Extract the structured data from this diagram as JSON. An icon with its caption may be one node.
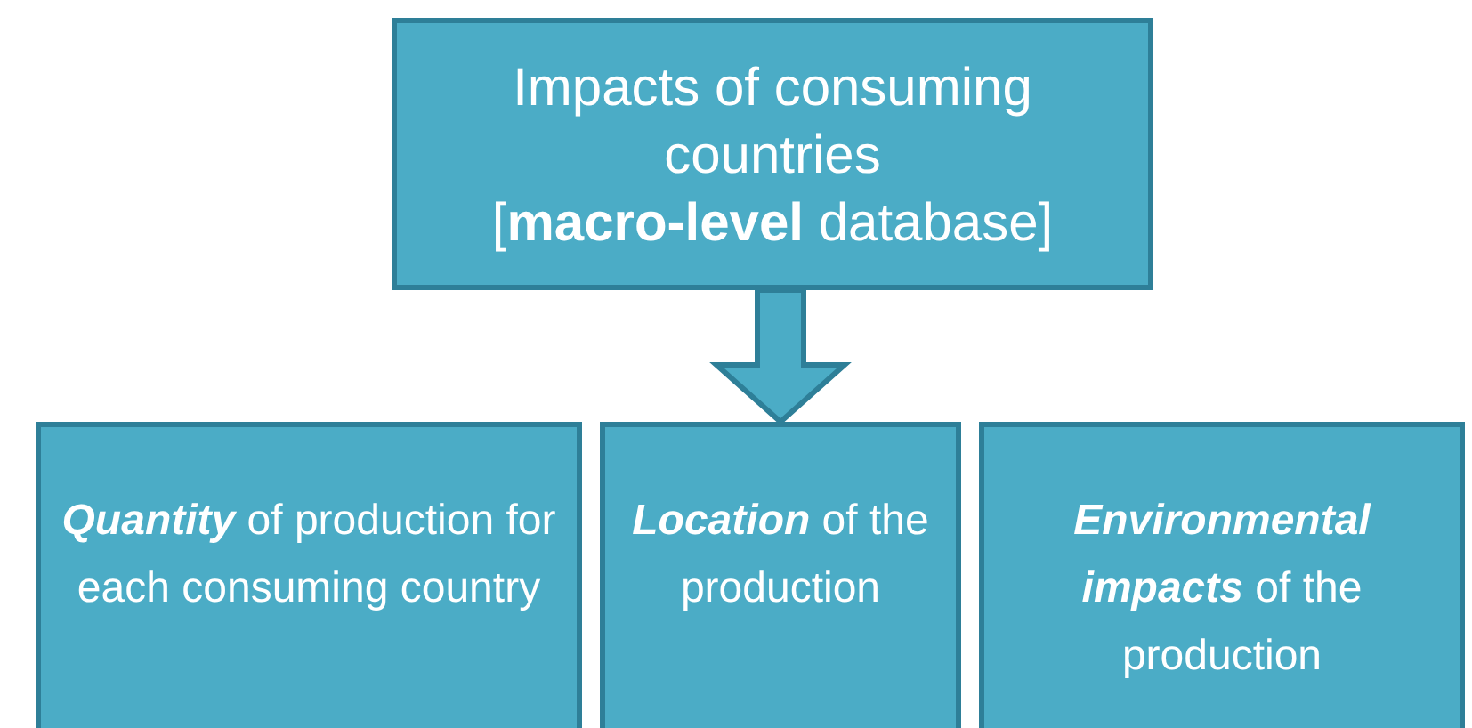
{
  "diagram": {
    "nodes": [
      {
        "text": [
          "Impacts of consuming countries",
          "[**macro-level** database]"
        ]
      },
      {
        "text": [
          "**Quantity** of production for each consuming country"
        ]
      },
      {
        "text": [
          "**Location** of the production"
        ]
      },
      {
        "text": [
          "**Environmental impacts** of the production"
        ]
      }
    ],
    "edges": [
      {
        "from": 0,
        "to": 2,
        "arrow": "to",
        "style": "thick"
      }
    ]
  }
}
